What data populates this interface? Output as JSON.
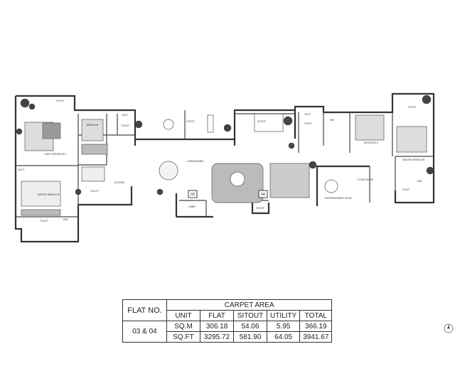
{
  "plan": {
    "tags": {
      "flat_03": "03",
      "flat_04": "04"
    },
    "rooms": {
      "sitout_top_left": "SITOUT",
      "guest_bedroom_1": "GUEST BEDROOM 1",
      "bedroom_left_2": "BEDROOM",
      "toilet_left_1": "TOILET",
      "duct_1": "DUCT",
      "duct_2": "DUCT",
      "sitout_mid_1": "SITOUT",
      "sitout_mid_2": "SITOUT",
      "living_dining": "LIVING/DINING",
      "kitchen": "KITCHEN",
      "utility": "UTILITY",
      "master_bedroom_left": "MASTER BEDROOM",
      "toilet_left_2": "TOILET",
      "wb_left": "W/B",
      "lobby": "LOBBY",
      "plus_sitout": "SITOUT",
      "duct_3": "DUCT",
      "toilet_right_1": "TOILET",
      "wir": "W/R",
      "bedroom_2": "BEDROOM 2",
      "sitout_right": "SITOUT",
      "master_bedroom_right": "MASTER BEDROOM",
      "entertainment_room": "ENTERTAINMENT ROOM",
      "study_room": "STUDY ROOM",
      "toilet_right_2": "TOILET",
      "wb_right": "W/B"
    }
  },
  "area_table": {
    "flat_no_header": "FLAT NO.",
    "carpet_area_header": "CARPET AREA",
    "col_unit": "UNIT",
    "col_flat": "FLAT",
    "col_sitout": "SITOUT",
    "col_utility": "UTILITY",
    "col_total": "TOTAL",
    "flat_no_value": "03 & 04",
    "row_sqm": {
      "unit": "SQ.M",
      "flat": "306.18",
      "sitout": "54.06",
      "utility": "5.95",
      "total": "366.19"
    },
    "row_sqft": {
      "unit": "SQ.FT",
      "flat": "3295.72",
      "sitout": "581.90",
      "utility": "64.05",
      "total": "3941.67"
    }
  }
}
